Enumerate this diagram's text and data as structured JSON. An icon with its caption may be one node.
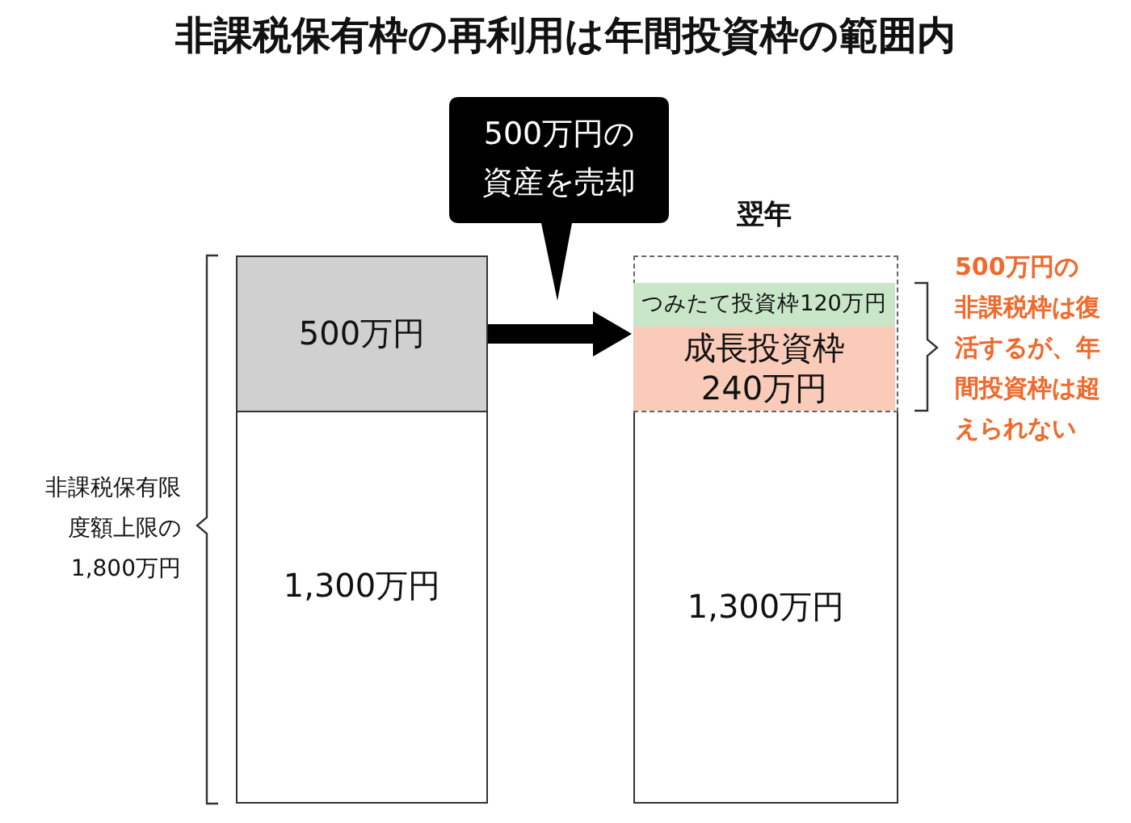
{
  "diagram": {
    "title": "非課税保有枠の再利用は年間投資枠の範囲内",
    "nodes": [
      {
        "text": [
          "500万円の資産を売却"
        ]
      },
      {
        "text": [
          "500万円"
        ]
      },
      {
        "text": [
          "1,300万円"
        ]
      },
      {
        "text": [],
        "shape": "box"
      },
      {
        "text": [
          "つみたて投資枠120万円"
        ],
        "in": 3
      },
      {
        "text": [
          "成長投資枠240万円"
        ],
        "in": 3
      },
      {
        "text": [
          "1,300万円"
        ]
      }
    ],
    "edges": [
      {
        "from": 1,
        "to": 3,
        "arrow": "to"
      }
    ],
    "labels": [
      "翌年",
      "500万円の非課税枠は復活するが、年間投資枠は超えられない",
      "非課税保有限度額上限の1,800万円"
    ]
  }
}
